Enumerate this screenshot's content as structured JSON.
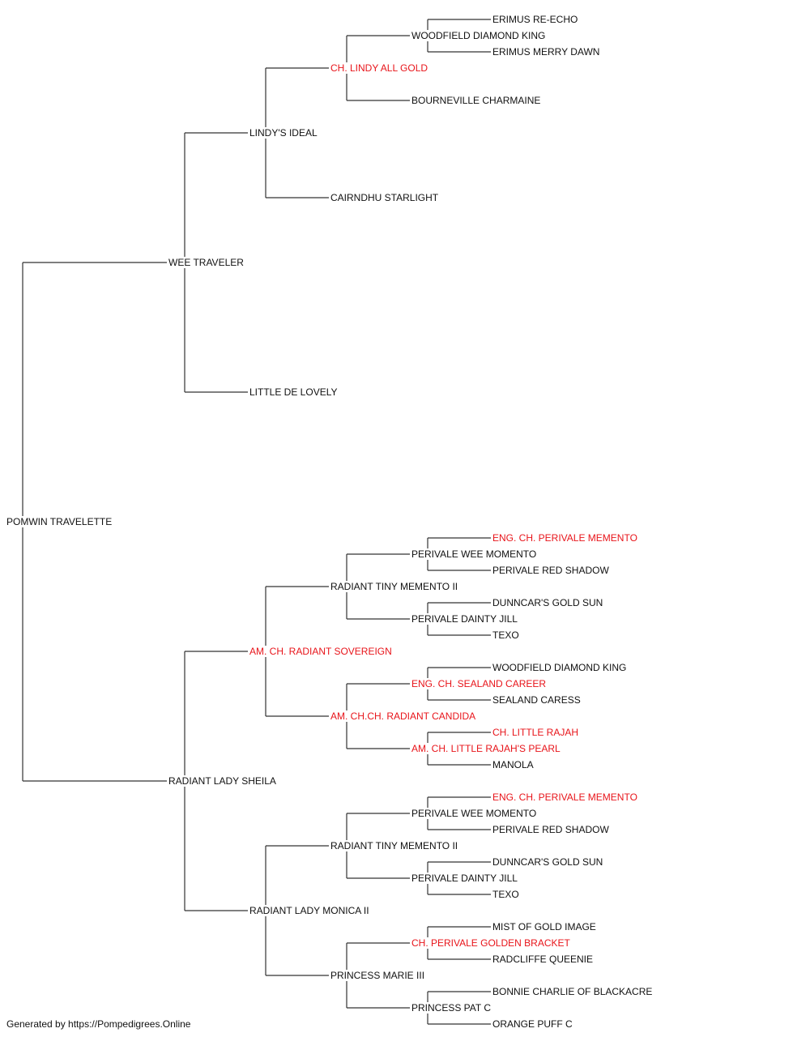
{
  "pedigree": {
    "subject": "POMWIN TRAVELETTE",
    "sire": {
      "name": "WEE TRAVELER",
      "sire": {
        "name": "LINDY'S IDEAL",
        "sire": {
          "name": "CH. LINDY ALL GOLD",
          "champion": true,
          "sire": {
            "name": "WOODFIELD DIAMOND KING",
            "sire": {
              "name": "ERIMUS RE-ECHO"
            },
            "dam": {
              "name": "ERIMUS MERRY DAWN"
            }
          },
          "dam": {
            "name": "BOURNEVILLE CHARMAINE"
          }
        },
        "dam": {
          "name": "CAIRNDHU STARLIGHT"
        }
      },
      "dam": {
        "name": "LITTLE DE LOVELY"
      }
    },
    "dam": {
      "name": "RADIANT LADY SHEILA",
      "sire": {
        "name": "AM. CH. RADIANT SOVEREIGN",
        "champion": true,
        "sire": {
          "name": "RADIANT TINY MEMENTO II",
          "sire": {
            "name": "PERIVALE WEE MOMENTO",
            "sire": {
              "name": "ENG. CH. PERIVALE MEMENTO",
              "champion": true
            },
            "dam": {
              "name": "PERIVALE RED SHADOW"
            }
          },
          "dam": {
            "name": "PERIVALE DAINTY JILL",
            "sire": {
              "name": "DUNNCAR'S GOLD SUN"
            },
            "dam": {
              "name": "TEXO"
            }
          }
        },
        "dam": {
          "name": "AM. CH.CH. RADIANT CANDIDA",
          "champion": true,
          "sire": {
            "name": "ENG. CH. SEALAND CAREER",
            "champion": true,
            "sire": {
              "name": "WOODFIELD DIAMOND KING"
            },
            "dam": {
              "name": "SEALAND CARESS"
            }
          },
          "dam": {
            "name": "AM. CH. LITTLE RAJAH'S PEARL",
            "champion": true,
            "sire": {
              "name": "CH. LITTLE RAJAH",
              "champion": true
            },
            "dam": {
              "name": "MANOLA"
            }
          }
        }
      },
      "dam": {
        "name": "RADIANT LADY MONICA II",
        "sire": {
          "name": "RADIANT TINY MEMENTO II",
          "sire": {
            "name": "PERIVALE WEE MOMENTO",
            "sire": {
              "name": "ENG. CH. PERIVALE MEMENTO",
              "champion": true
            },
            "dam": {
              "name": "PERIVALE RED SHADOW"
            }
          },
          "dam": {
            "name": "PERIVALE DAINTY JILL",
            "sire": {
              "name": "DUNNCAR'S GOLD SUN"
            },
            "dam": {
              "name": "TEXO"
            }
          }
        },
        "dam": {
          "name": "PRINCESS MARIE III",
          "sire": {
            "name": "CH. PERIVALE GOLDEN BRACKET",
            "champion": true,
            "sire": {
              "name": "MIST OF GOLD IMAGE"
            },
            "dam": {
              "name": "RADCLIFFE QUEENIE"
            }
          },
          "dam": {
            "name": "PRINCESS PAT C",
            "sire": {
              "name": "BONNIE CHARLIE OF BLACKACRE"
            },
            "dam": {
              "name": "ORANGE PUFF C"
            }
          }
        }
      }
    }
  },
  "footer": "Generated by https://Pompedigrees.Online",
  "colors": {
    "text": "#111111",
    "champion": "#e8141a",
    "line": "#333333",
    "background": "#ffffff"
  }
}
